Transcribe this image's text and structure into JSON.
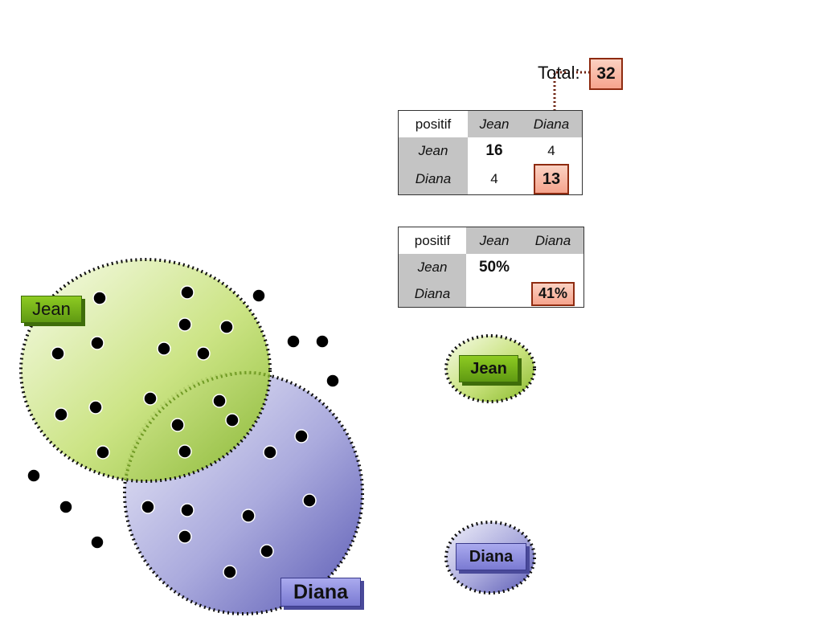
{
  "total": {
    "label": "Total:",
    "value": "32"
  },
  "table_counts": {
    "corner": "positif",
    "columns": [
      "Jean",
      "Diana"
    ],
    "rows": [
      {
        "label": "Jean",
        "values": [
          "16",
          "4"
        ]
      },
      {
        "label": "Diana",
        "values": [
          "4",
          "13"
        ]
      }
    ]
  },
  "table_percent": {
    "corner": "positif",
    "columns": [
      "Jean",
      "Diana"
    ],
    "rows": [
      {
        "label": "Jean",
        "values": [
          "50%",
          ""
        ]
      },
      {
        "label": "Diana",
        "values": [
          "",
          "41%"
        ]
      }
    ]
  },
  "venn": {
    "set_a": {
      "label": "Jean",
      "color": "#b5d85a"
    },
    "set_b": {
      "label": "Diana",
      "color": "#8585cf"
    }
  },
  "legend": {
    "jean": {
      "label": "Jean",
      "color": "#b5d85a"
    },
    "diana": {
      "label": "Diana",
      "color": "#8585cf"
    }
  },
  "colors": {
    "highlight_fill": "#f6a48d",
    "highlight_border": "#8e2b10",
    "table_header": "#c4c4c4"
  }
}
